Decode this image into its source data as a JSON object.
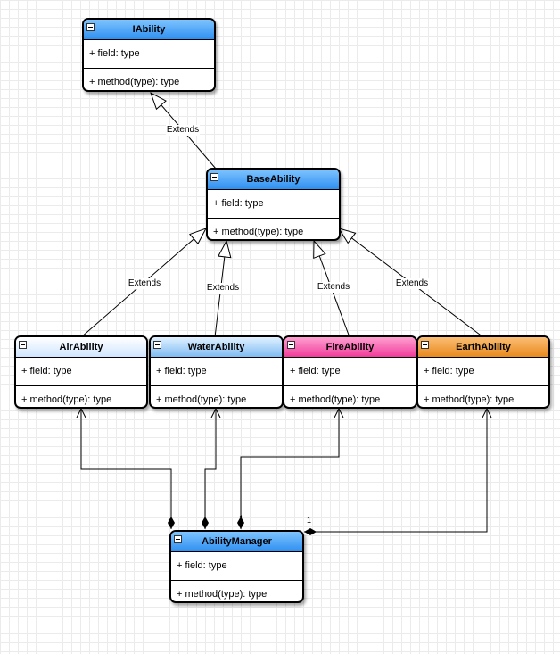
{
  "classes": {
    "iability": {
      "name": "IAbility",
      "field": "+ field: type",
      "method": "+ method(type): type"
    },
    "base_ability": {
      "name": "BaseAbility",
      "field": "+ field: type",
      "method": "+ method(type): type"
    },
    "air_ability": {
      "name": "AirAbility",
      "field": "+ field: type",
      "method": "+ method(type): type"
    },
    "water_ability": {
      "name": "WaterAbility",
      "field": "+ field: type",
      "method": "+ method(type): type"
    },
    "fire_ability": {
      "name": "FireAbility",
      "field": "+ field: type",
      "method": "+ method(type): type"
    },
    "earth_ability": {
      "name": "EarthAbility",
      "field": "+ field: type",
      "method": "+ method(type): type"
    },
    "ability_manager": {
      "name": "AbilityManager",
      "field": "+ field: type",
      "method": "+ method(type): type"
    }
  },
  "relations": {
    "extends_label": "Extends",
    "multiplicity": "1"
  },
  "colors": {
    "header_blue": "#2f8ff0",
    "header_white": "#cfe6ff",
    "header_light_blue": "#7fbcf2",
    "header_pink": "#f03c9a",
    "header_orange": "#e88a1e"
  }
}
